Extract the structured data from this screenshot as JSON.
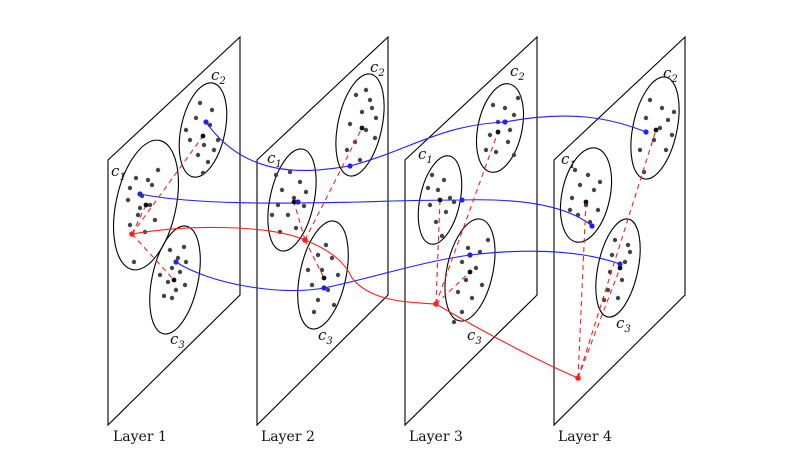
{
  "layers": [
    {
      "label": "Layer 1",
      "clusters": [
        "c1",
        "c2",
        "c3"
      ]
    },
    {
      "label": "Layer 2",
      "clusters": [
        "c1",
        "c2",
        "c3"
      ]
    },
    {
      "label": "Layer 3",
      "clusters": [
        "c1",
        "c2",
        "c3"
      ]
    },
    {
      "label": "Layer 4",
      "clusters": [
        "c1",
        "c2",
        "c3"
      ]
    }
  ],
  "colors": {
    "link": "#1f1fff",
    "path": "#ff1f1f",
    "point": "#444444",
    "outline": "#000000"
  }
}
